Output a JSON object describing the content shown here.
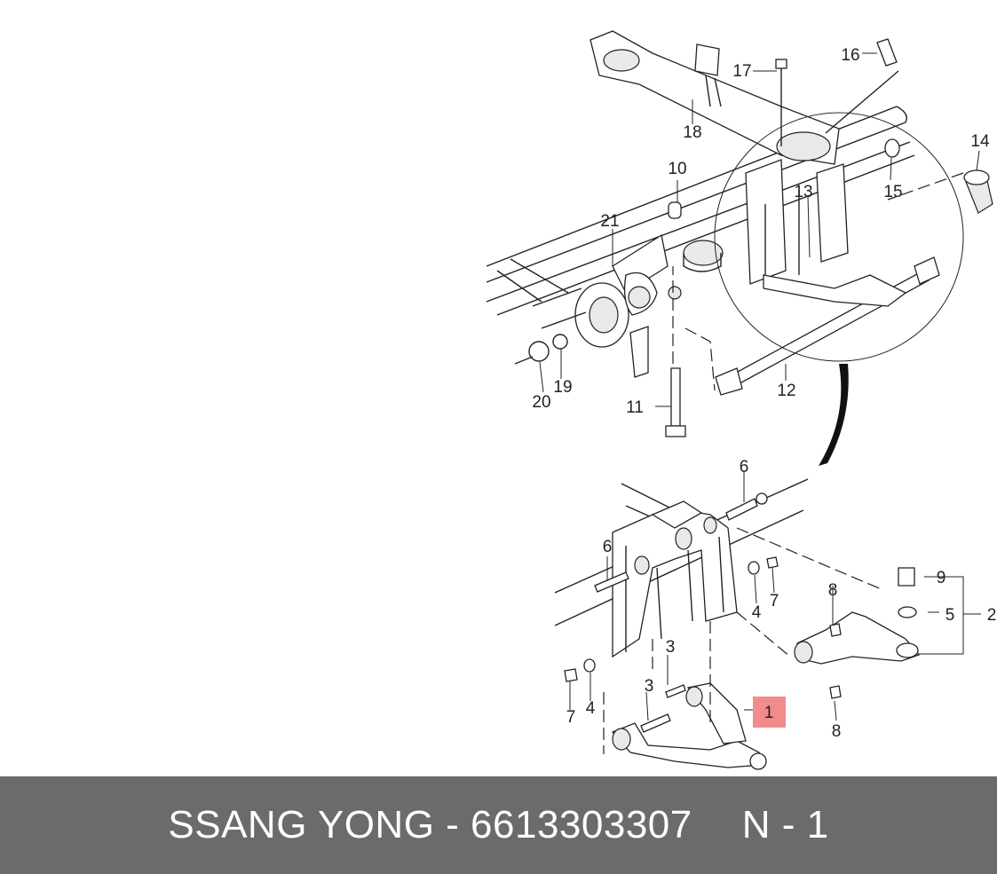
{
  "footer": {
    "brand": "SSANG YONG",
    "separator": " - ",
    "part_number": "6613303307",
    "ref": "N - 1"
  },
  "callouts": {
    "c1": "1",
    "c2": "2",
    "c3a": "3",
    "c3b": "3",
    "c4a": "4",
    "c4b": "4",
    "c5": "5",
    "c6a": "6",
    "c6b": "6",
    "c7a": "7",
    "c7b": "7",
    "c8a": "8",
    "c8b": "8",
    "c9": "9",
    "c10": "10",
    "c11": "11",
    "c12": "12",
    "c13": "13",
    "c14": "14",
    "c15": "15",
    "c16": "16",
    "c17": "17",
    "c18": "18",
    "c19": "19",
    "c20": "20",
    "c21": "21"
  },
  "colors": {
    "highlight": "#f28b8b",
    "footer_bg": "#6b6b6b"
  }
}
